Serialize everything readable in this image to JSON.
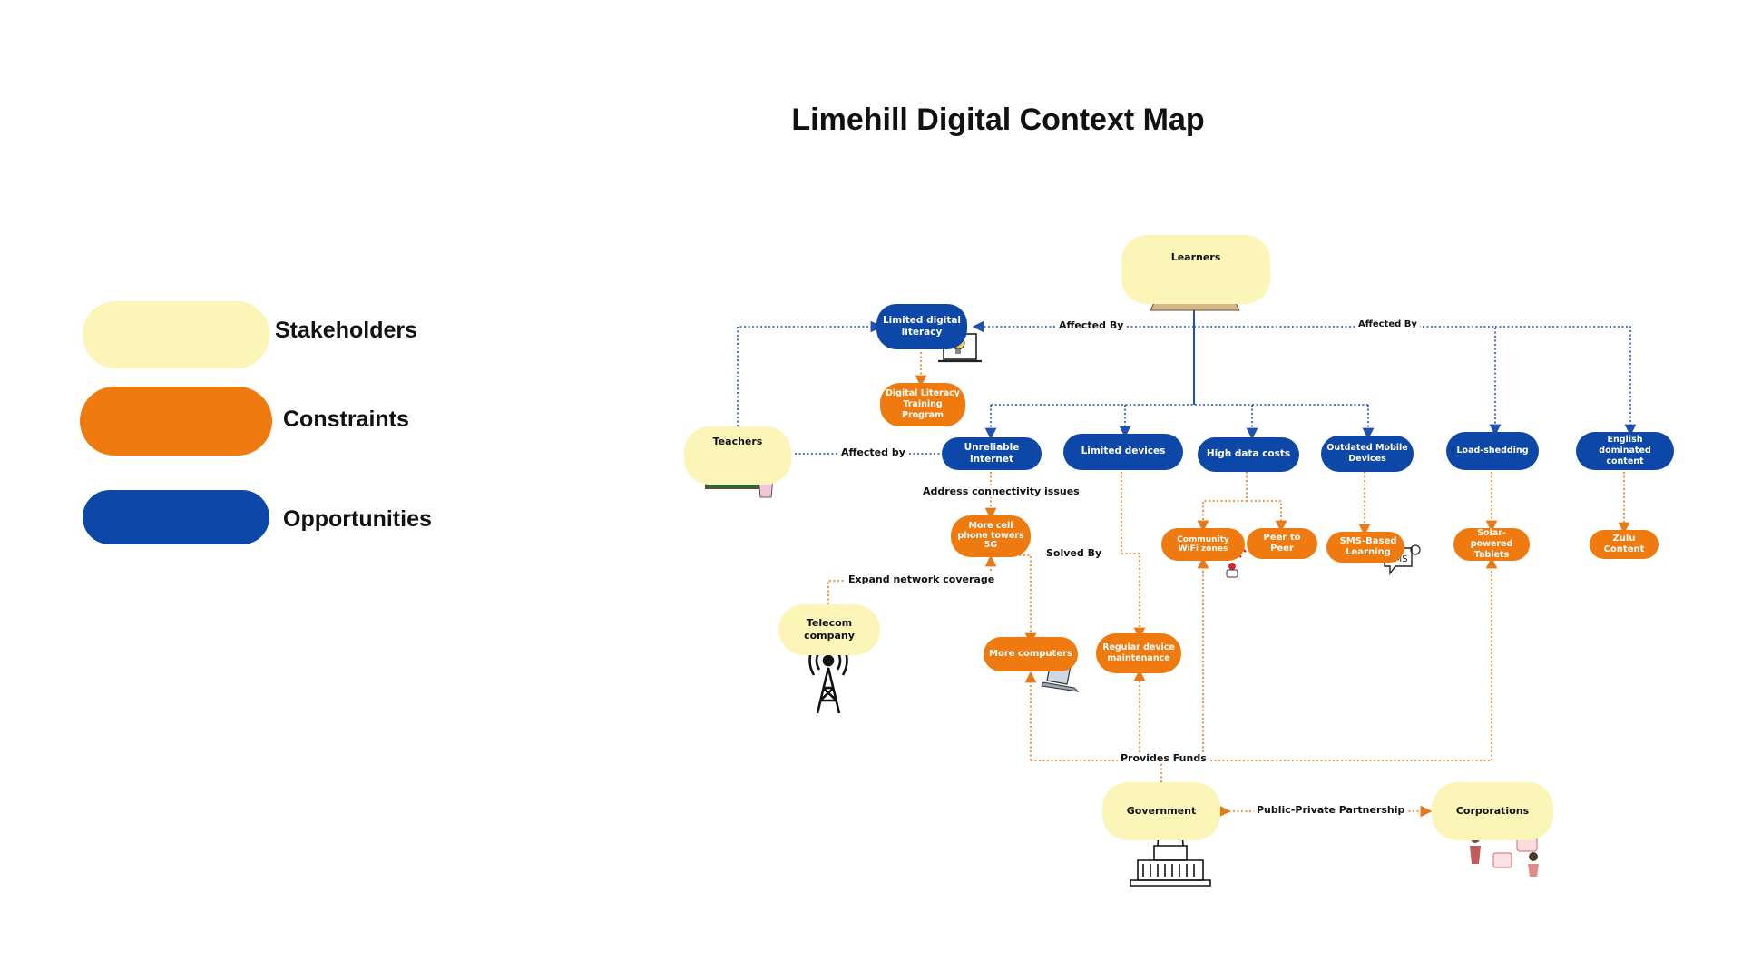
{
  "title": "Limehill Digital Context Map",
  "colors": {
    "stakeholder": "#fbf6b8",
    "constraint": "#ef7b10",
    "opportunity": "#0d47a8"
  },
  "legend": [
    {
      "label": "Stakeholders",
      "color": "#fbf6b8"
    },
    {
      "label": "Constraints",
      "color": "#ef7b10"
    },
    {
      "label": "Opportunities",
      "color": "#0d47a8"
    }
  ],
  "nodes": {
    "learners": "Learners",
    "teachers": "Teachers",
    "telecom": "Telecom company",
    "government": "Government",
    "corporations": "Corporations",
    "limited_literacy": "Limited digital literacy",
    "unreliable_internet": "Unreliable internet",
    "limited_devices": "Limited devices",
    "high_data": "High data costs",
    "outdated_devices": "Outdated Mobile Devices",
    "load_shedding": "Load-shedding",
    "english_content": "English dominated content",
    "literacy_program": "Digital Literacy Training Program",
    "cell_towers": "More cell phone towers 5G",
    "more_computers": "More computers",
    "device_maintenance": "Regular device maintenance",
    "wifi_zones": "Community WiFi zones",
    "peer_to_peer": "Peer to Peer",
    "sms_learning": "SMS-Based Learning",
    "solar_tablets": "Solar-powered Tablets",
    "zulu_content": "Zulu Content"
  },
  "edge_labels": {
    "affected_by_left": "Affected By",
    "affected_by_right": "Affected By",
    "teachers_affected": "Affected by",
    "address_connectivity": "Address connectivity issues",
    "solved_by": "Solved By",
    "expand_network": "Expand network coverage",
    "provides_funds": "Provides Funds",
    "partnership": "Public-Private Partnership"
  },
  "icons": {
    "learners": "students-group-icon",
    "teachers": "teacher-chalkboard-icon",
    "literacy": "laptop-lightbulb-icon",
    "telecom": "cell-tower-icon",
    "government": "capitol-building-icon",
    "corporations": "business-people-icon",
    "computers": "laptop-icon",
    "wifi": "wifi-router-icon",
    "sms": "sms-bubble-icon"
  }
}
